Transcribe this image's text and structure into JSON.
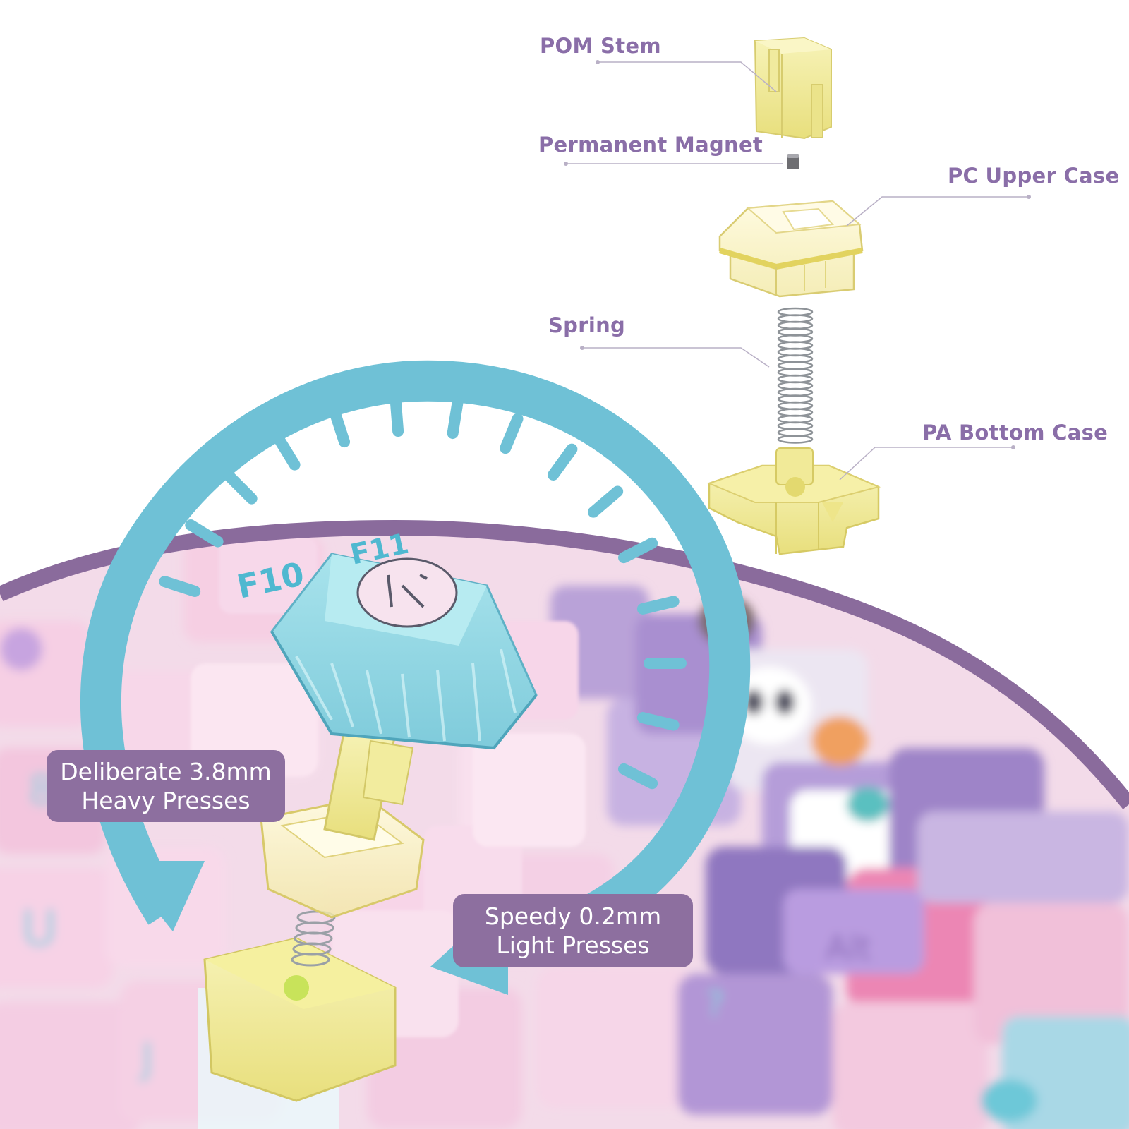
{
  "colors": {
    "label": "#8a6ea8",
    "leader_line": "#b9b0c6",
    "callout_bg": "#8d6f9f",
    "callout_text": "#ffffff",
    "arc": "#6fc1d6",
    "keyboard_border": "#8a6b9c",
    "switch_yellow": "#efe98f",
    "keycap_pink": "#f4d3e6",
    "keycap_purple": "#b9a2d8",
    "keycap_blue": "#8fd7e3"
  },
  "parts": {
    "stem": "POM Stem",
    "magnet": "Permanent Magnet",
    "upper_case": "PC Upper Case",
    "spring": "Spring",
    "bottom_case": "PA Bottom Case"
  },
  "callouts": {
    "heavy": {
      "line1": "Deliberate 3.8mm",
      "line2": "Heavy Presses"
    },
    "light": {
      "line1": "Speedy 0.2mm",
      "line2": "Light Presses"
    }
  },
  "keycaps": {
    "f10": "F10",
    "f11": "F11"
  },
  "icons": {
    "press_arc": "circular-arrow-icon",
    "logo_keycap": "keycap-logo-icon"
  }
}
